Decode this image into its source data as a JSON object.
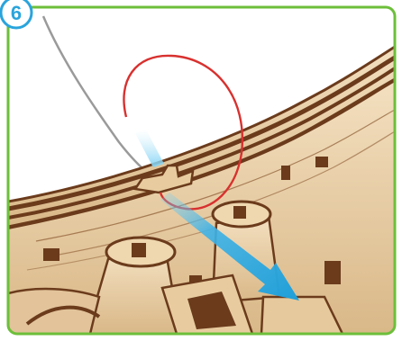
{
  "step": {
    "number": "6"
  },
  "colors": {
    "frame_border": "#6cbf3a",
    "badge_fill": "#ffffff",
    "badge_text": "#2aa4dc",
    "badge_ring": "#2aa4dc",
    "wood_light": "#ecd3ad",
    "wood_edge": "#6b3b1c",
    "thread_red": "#d8312f",
    "thread_grey": "#9a9a9a",
    "arrow_blue": "#2aa4dc"
  },
  "icons": {
    "badge": "step-number-circle",
    "arrow": "direction-arrow"
  }
}
